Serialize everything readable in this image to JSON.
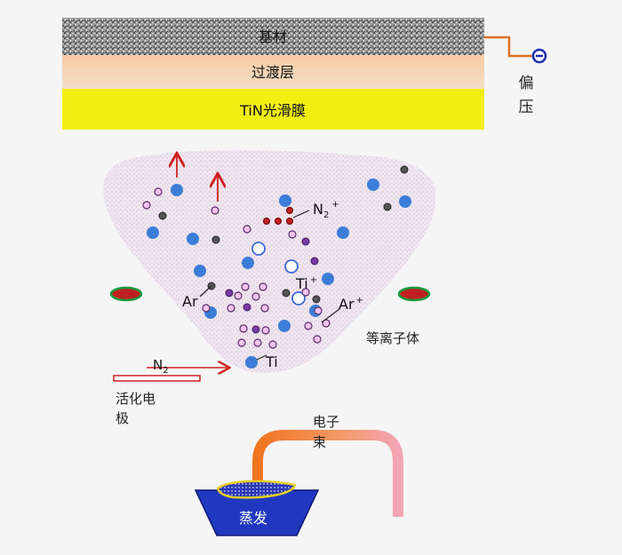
{
  "layers": {
    "substrate": "基材",
    "transition": "过渡层",
    "film": "TiN光滑膜"
  },
  "bias": {
    "label_1": "偏",
    "label_2": "压"
  },
  "plasma": {
    "label": "等离子体"
  },
  "particles": {
    "n2_plus": {
      "base": "N",
      "sub": "2",
      "sup": "+"
    },
    "ti_plus": {
      "base": "Ti",
      "sup": "+"
    },
    "ar": "Ar",
    "ar_plus": {
      "base": "Ar",
      "sup": "+"
    },
    "ti": "Ti"
  },
  "activation": {
    "gas": {
      "base": "N",
      "sub": "2"
    },
    "electrode_1": "活化电",
    "electrode_2": "极"
  },
  "electron_beam": {
    "label_1": "电子",
    "label_2": "束"
  },
  "evaporation": {
    "label": "蒸发"
  },
  "colors": {
    "film": "#f1ee11",
    "electron_beam": "#f08030",
    "crucible": "#2038c0",
    "ion": "#3b7dd8",
    "arrow": "#d02020"
  }
}
